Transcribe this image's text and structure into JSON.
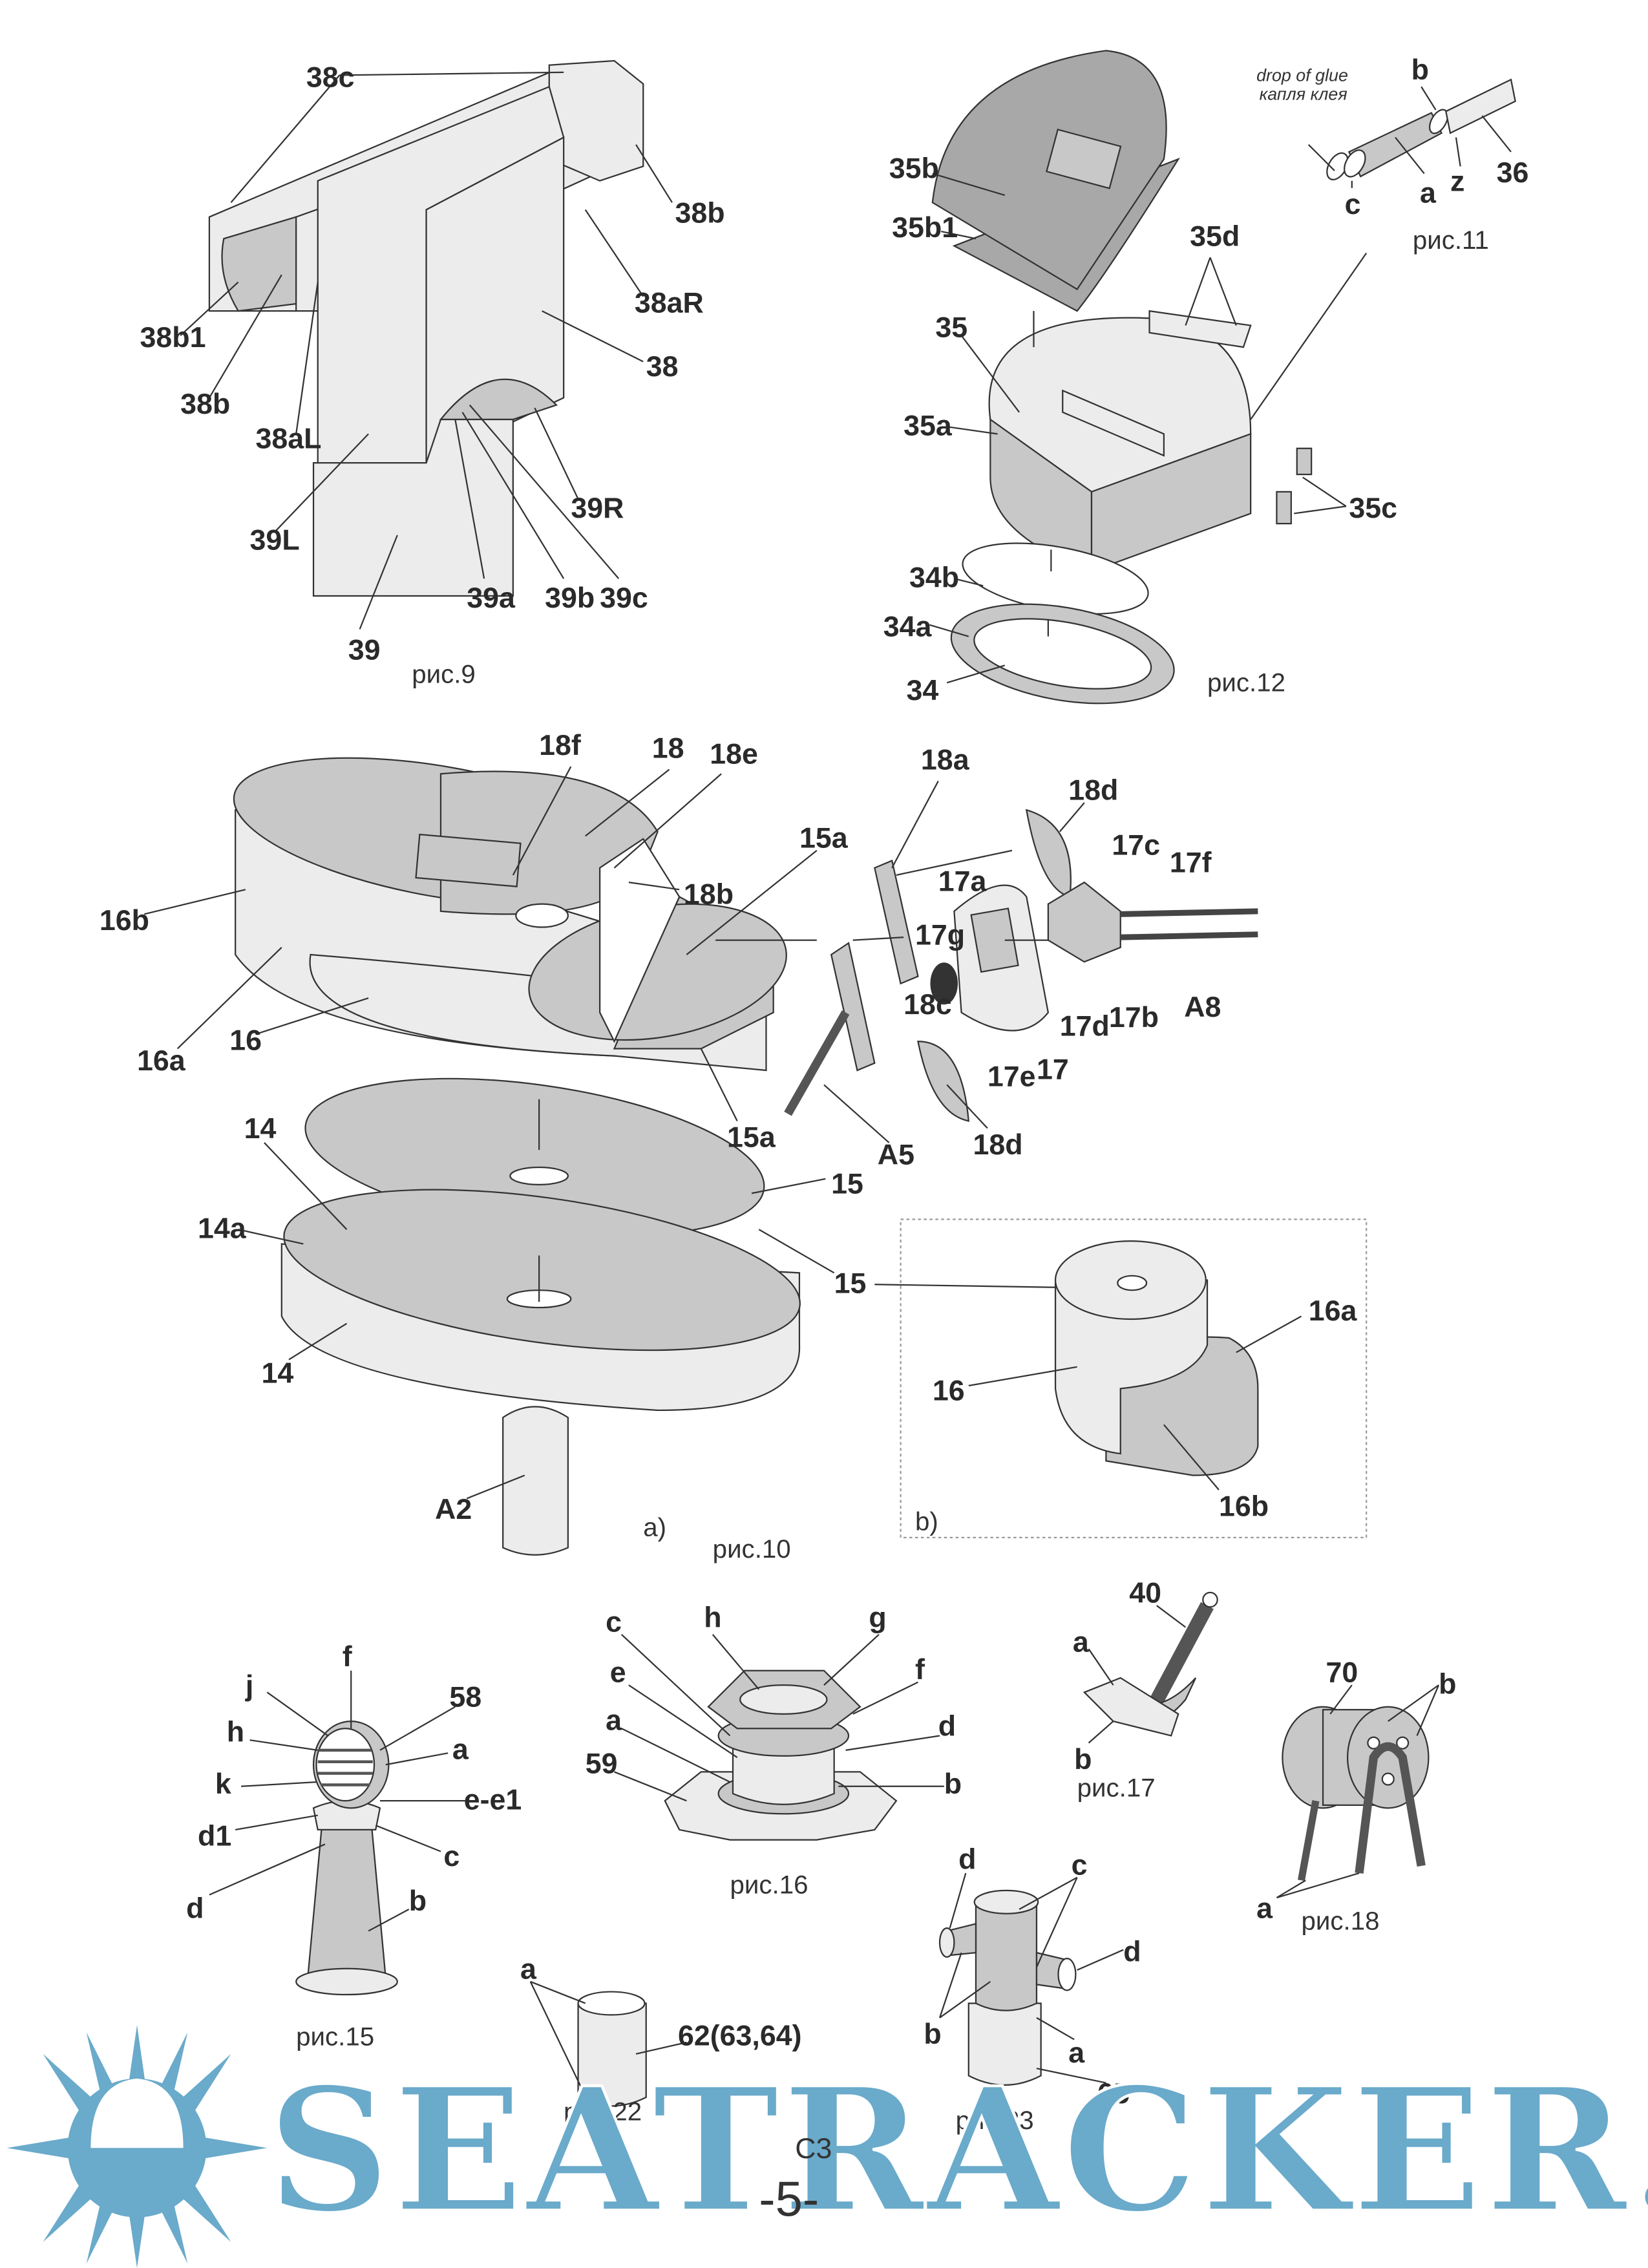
{
  "fig9": {
    "caption": "рис.9",
    "labels": [
      "38c",
      "38b",
      "38b1",
      "38aR",
      "38",
      "38b",
      "38aL",
      "39R",
      "39L",
      "39a",
      "39b",
      "39c",
      "39"
    ]
  },
  "fig11": {
    "caption": "рис.11",
    "note_en": "drop of glue",
    "note_ru": "капля клея",
    "labels": [
      "b",
      "c",
      "a",
      "z",
      "36"
    ]
  },
  "fig12": {
    "caption": "рис.12",
    "labels": [
      "35b",
      "35b1",
      "35d",
      "35",
      "35a",
      "35c",
      "34b",
      "34a",
      "34"
    ]
  },
  "fig10": {
    "caption": "рис.10",
    "sub_a": "a)",
    "sub_b": "b)",
    "labels": [
      "18f",
      "18",
      "18e",
      "18a",
      "18d",
      "15a",
      "17c",
      "17f",
      "17a",
      "18b",
      "16b",
      "17g",
      "18c",
      "17d",
      "17b",
      "A8",
      "16a",
      "16",
      "17e",
      "17",
      "15a",
      "A5",
      "18d",
      "14",
      "15",
      "14a",
      "15",
      "16a",
      "14",
      "16",
      "16b",
      "A2"
    ]
  },
  "fig15": {
    "caption": "рис.15",
    "labels": [
      "j",
      "f",
      "58",
      "h",
      "a",
      "k",
      "e-e1",
      "d1",
      "c",
      "d",
      "b"
    ]
  },
  "fig16": {
    "caption": "рис.16",
    "labels": [
      "c",
      "h",
      "g",
      "e",
      "f",
      "a",
      "d",
      "59",
      "b"
    ]
  },
  "fig17": {
    "caption": "рис.17",
    "labels": [
      "40",
      "a",
      "b"
    ]
  },
  "fig18": {
    "caption": "рис.18",
    "labels": [
      "70",
      "b",
      "a"
    ]
  },
  "fig22": {
    "caption": "рис.22",
    "labels": [
      "a",
      "62(63,64)"
    ]
  },
  "fig23": {
    "caption": "рис.23",
    "labels": [
      "d",
      "c",
      "d",
      "b",
      "a",
      "65"
    ]
  },
  "footer": {
    "sheet": "C3",
    "page": "-5-"
  },
  "watermark": {
    "text": "SEATRACKER.RU",
    "color": "#6aaacb"
  }
}
